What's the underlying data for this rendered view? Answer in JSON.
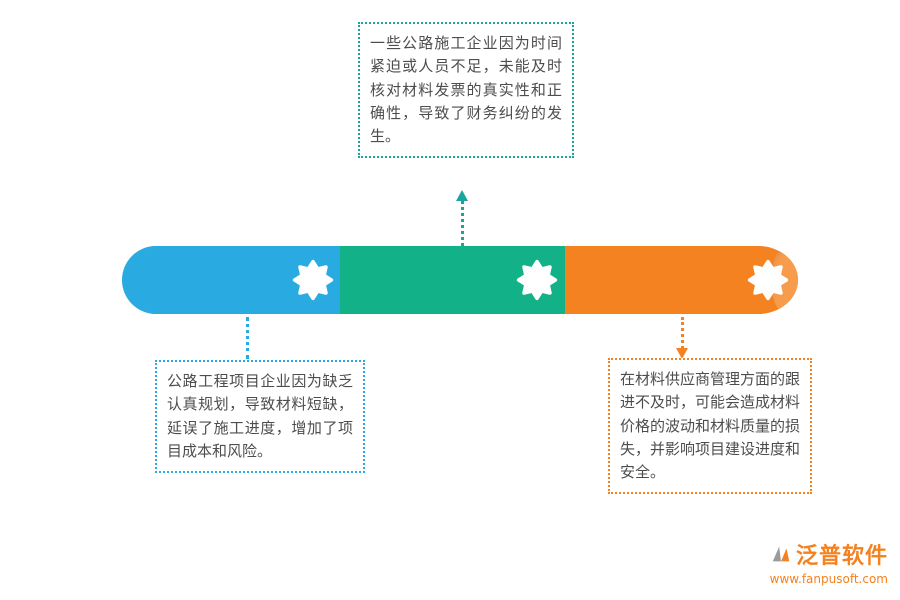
{
  "diagram": {
    "type": "process-bar-with-callouts",
    "bar_segments": [
      {
        "name": "planning-stage",
        "color": "#29abe2"
      },
      {
        "name": "invoice-check-stage",
        "color": "#12b188"
      },
      {
        "name": "supplier-stage",
        "color": "#f58220"
      }
    ],
    "callouts": {
      "top": {
        "text": "一些公路施工企业因为时间紧迫或人员不足，未能及时核对材料发票的真实性和正确性，导致了财务纠纷的发生。",
        "border_color": "#1ba49d"
      },
      "bottom_left": {
        "text": "公路工程项目企业因为缺乏认真规划，导致材料短缺，延误了施工进度，增加了项目成本和风险。",
        "border_color": "#29abe2"
      },
      "bottom_right": {
        "text": "在材料供应商管理方面的跟进不及时，可能会造成材料价格的波动和材料质量的损失，并影响项目建设进度和安全。",
        "border_color": "#f58220"
      }
    }
  },
  "branding": {
    "name": "泛普软件",
    "site": "www.fanpusoft.com",
    "color": "#f58220"
  }
}
